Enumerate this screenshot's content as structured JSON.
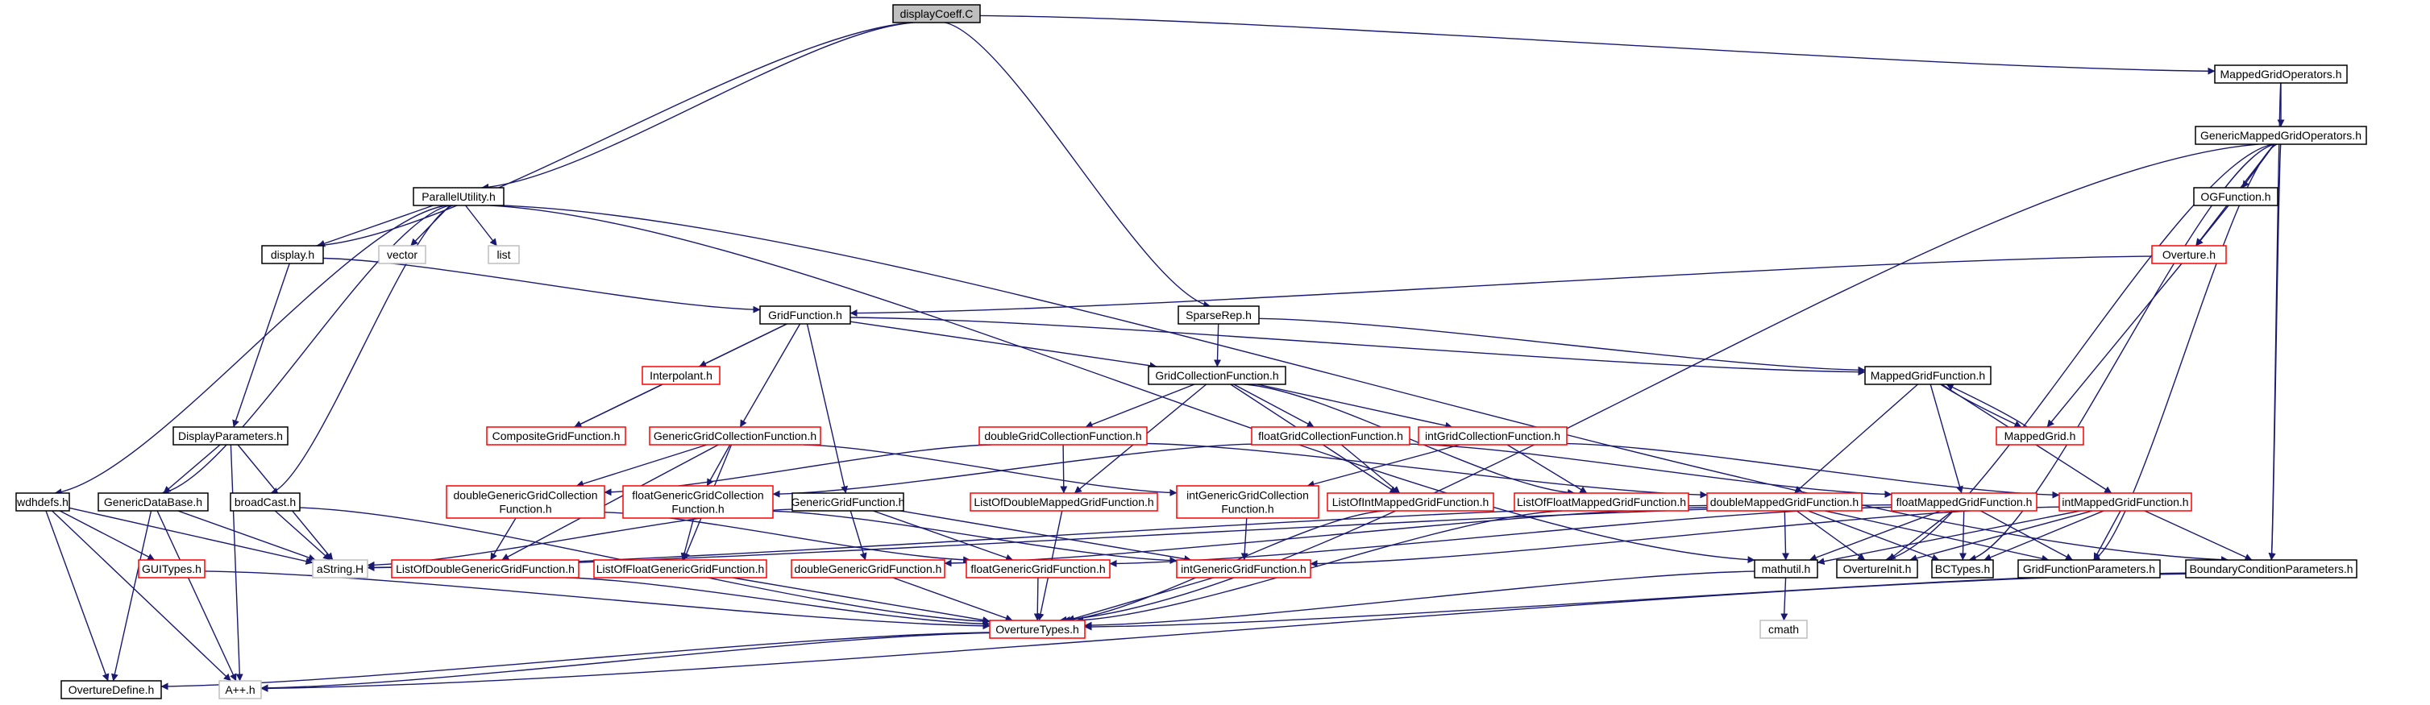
{
  "graph": {
    "colors": {
      "edge": "#191970",
      "border_black": "#000000",
      "border_red": "#ff0000",
      "border_gray": "#bfbfbf",
      "root_fill": "#bfbfbf",
      "node_fill": "#ffffff",
      "text": "#000000"
    },
    "nodes": [
      {
        "id": "root",
        "lines": [
          "displayCoeff.C"
        ],
        "style": "root"
      },
      {
        "id": "mgo",
        "lines": [
          "MappedGridOperators.h"
        ],
        "style": "black"
      },
      {
        "id": "gmgo",
        "lines": [
          "GenericMappedGridOperators.h"
        ],
        "style": "black"
      },
      {
        "id": "pu",
        "lines": [
          "ParallelUtility.h"
        ],
        "style": "black"
      },
      {
        "id": "ogf",
        "lines": [
          "OGFunction.h"
        ],
        "style": "black"
      },
      {
        "id": "display",
        "lines": [
          "display.h"
        ],
        "style": "black"
      },
      {
        "id": "vector",
        "lines": [
          "vector"
        ],
        "style": "gray"
      },
      {
        "id": "list",
        "lines": [
          "list"
        ],
        "style": "gray"
      },
      {
        "id": "overture",
        "lines": [
          "Overture.h"
        ],
        "style": "red"
      },
      {
        "id": "gf",
        "lines": [
          "GridFunction.h"
        ],
        "style": "black"
      },
      {
        "id": "sparse",
        "lines": [
          "SparseRep.h"
        ],
        "style": "black"
      },
      {
        "id": "interp",
        "lines": [
          "Interpolant.h"
        ],
        "style": "red"
      },
      {
        "id": "gcf",
        "lines": [
          "GridCollectionFunction.h"
        ],
        "style": "black"
      },
      {
        "id": "mgf",
        "lines": [
          "MappedGridFunction.h"
        ],
        "style": "black"
      },
      {
        "id": "dispparams",
        "lines": [
          "DisplayParameters.h"
        ],
        "style": "black"
      },
      {
        "id": "compgf",
        "lines": [
          "CompositeGridFunction.h"
        ],
        "style": "red"
      },
      {
        "id": "ggcf",
        "lines": [
          "GenericGridCollectionFunction.h"
        ],
        "style": "red"
      },
      {
        "id": "dgcf",
        "lines": [
          "doubleGridCollectionFunction.h"
        ],
        "style": "red"
      },
      {
        "id": "fgcf",
        "lines": [
          "floatGridCollectionFunction.h"
        ],
        "style": "red"
      },
      {
        "id": "igcf",
        "lines": [
          "intGridCollectionFunction.h"
        ],
        "style": "red"
      },
      {
        "id": "mgrid",
        "lines": [
          "MappedGrid.h"
        ],
        "style": "red"
      },
      {
        "id": "wdh",
        "lines": [
          "wdhdefs.h"
        ],
        "style": "black"
      },
      {
        "id": "gdb",
        "lines": [
          "GenericDataBase.h"
        ],
        "style": "black"
      },
      {
        "id": "bcast",
        "lines": [
          "broadCast.h"
        ],
        "style": "black"
      },
      {
        "id": "dggcf",
        "lines": [
          "doubleGenericGridCollection",
          "Function.h"
        ],
        "style": "red"
      },
      {
        "id": "fggcf",
        "lines": [
          "floatGenericGridCollection",
          "Function.h"
        ],
        "style": "red"
      },
      {
        "id": "ggfn",
        "lines": [
          "GenericGridFunction.h"
        ],
        "style": "black"
      },
      {
        "id": "lodmgf",
        "lines": [
          "ListOfDoubleMappedGridFunction.h"
        ],
        "style": "red"
      },
      {
        "id": "iggcf",
        "lines": [
          "intGenericGridCollection",
          "Function.h"
        ],
        "style": "red"
      },
      {
        "id": "loimgf",
        "lines": [
          "ListOfIntMappedGridFunction.h"
        ],
        "style": "red"
      },
      {
        "id": "lofmgf",
        "lines": [
          "ListOfFloatMappedGridFunction.h"
        ],
        "style": "red"
      },
      {
        "id": "dmgf",
        "lines": [
          "doubleMappedGridFunction.h"
        ],
        "style": "red"
      },
      {
        "id": "fmgf",
        "lines": [
          "floatMappedGridFunction.h"
        ],
        "style": "red"
      },
      {
        "id": "imgf",
        "lines": [
          "intMappedGridFunction.h"
        ],
        "style": "red"
      },
      {
        "id": "gui",
        "lines": [
          "GUITypes.h"
        ],
        "style": "red"
      },
      {
        "id": "astring",
        "lines": [
          "aString.H"
        ],
        "style": "gray"
      },
      {
        "id": "lodggf",
        "lines": [
          "ListOfDoubleGenericGridFunction.h"
        ],
        "style": "red"
      },
      {
        "id": "lofggf",
        "lines": [
          "ListOfFloatGenericGridFunction.h"
        ],
        "style": "red"
      },
      {
        "id": "dggf",
        "lines": [
          "doubleGenericGridFunction.h"
        ],
        "style": "red"
      },
      {
        "id": "fggf",
        "lines": [
          "floatGenericGridFunction.h"
        ],
        "style": "red"
      },
      {
        "id": "iggf",
        "lines": [
          "intGenericGridFunction.h"
        ],
        "style": "red"
      },
      {
        "id": "mathutil",
        "lines": [
          "mathutil.h"
        ],
        "style": "black"
      },
      {
        "id": "ovinit",
        "lines": [
          "OvertureInit.h"
        ],
        "style": "black"
      },
      {
        "id": "bctypes",
        "lines": [
          "BCTypes.h"
        ],
        "style": "black"
      },
      {
        "id": "gfparams",
        "lines": [
          "GridFunctionParameters.h"
        ],
        "style": "black"
      },
      {
        "id": "bcparams",
        "lines": [
          "BoundaryConditionParameters.h"
        ],
        "style": "black"
      },
      {
        "id": "ovtypes",
        "lines": [
          "OvertureTypes.h"
        ],
        "style": "red"
      },
      {
        "id": "cmath",
        "lines": [
          "cmath"
        ],
        "style": "gray"
      },
      {
        "id": "ovdefine",
        "lines": [
          "OvertureDefine.h"
        ],
        "style": "black"
      },
      {
        "id": "app",
        "lines": [
          "A++.h"
        ],
        "style": "gray"
      }
    ],
    "edges": [
      [
        "root",
        "mgo"
      ],
      [
        "root",
        "pu"
      ],
      [
        "root",
        "display"
      ],
      [
        "root",
        "sparse"
      ],
      [
        "mgo",
        "gmgo"
      ],
      [
        "mgo",
        "bcparams"
      ],
      [
        "gmgo",
        "ogf"
      ],
      [
        "gmgo",
        "overture"
      ],
      [
        "gmgo",
        "bcparams"
      ],
      [
        "gmgo",
        "gfparams"
      ],
      [
        "gmgo",
        "bctypes"
      ],
      [
        "gmgo",
        "ovinit"
      ],
      [
        "gmgo",
        "ovtypes"
      ],
      [
        "ogf",
        "overture"
      ],
      [
        "overture",
        "gf"
      ],
      [
        "overture",
        "mgrid"
      ],
      [
        "pu",
        "display"
      ],
      [
        "pu",
        "vector"
      ],
      [
        "pu",
        "list"
      ],
      [
        "pu",
        "wdh"
      ],
      [
        "pu",
        "gdb"
      ],
      [
        "pu",
        "bcast"
      ],
      [
        "pu",
        "mathutil"
      ],
      [
        "pu",
        "bcparams"
      ],
      [
        "display",
        "gf"
      ],
      [
        "display",
        "dispparams"
      ],
      [
        "sparse",
        "gcf"
      ],
      [
        "sparse",
        "mgf"
      ],
      [
        "gf",
        "interp"
      ],
      [
        "gf",
        "compgf"
      ],
      [
        "gf",
        "ggcf"
      ],
      [
        "gf",
        "ggfn"
      ],
      [
        "gf",
        "gcf"
      ],
      [
        "gf",
        "mgf"
      ],
      [
        "interp",
        "compgf"
      ],
      [
        "gcf",
        "dgcf"
      ],
      [
        "gcf",
        "fgcf"
      ],
      [
        "gcf",
        "igcf"
      ],
      [
        "gcf",
        "lodmgf"
      ],
      [
        "gcf",
        "loimgf"
      ],
      [
        "gcf",
        "lofmgf"
      ],
      [
        "mgf",
        "mgrid"
      ],
      [
        "mgf",
        "dmgf"
      ],
      [
        "mgf",
        "fmgf"
      ],
      [
        "mgf",
        "imgf"
      ],
      [
        "mgrid",
        "mgf"
      ],
      [
        "dispparams",
        "gdb"
      ],
      [
        "dispparams",
        "astring"
      ],
      [
        "dispparams",
        "app"
      ],
      [
        "ggcf",
        "dggcf"
      ],
      [
        "ggcf",
        "fggcf"
      ],
      [
        "ggcf",
        "iggcf"
      ],
      [
        "ggcf",
        "lodggf"
      ],
      [
        "ggcf",
        "lofggf"
      ],
      [
        "dgcf",
        "lodmgf"
      ],
      [
        "dgcf",
        "dggcf"
      ],
      [
        "dgcf",
        "dmgf"
      ],
      [
        "fgcf",
        "fggcf"
      ],
      [
        "fgcf",
        "loimgf"
      ],
      [
        "fgcf",
        "fmgf"
      ],
      [
        "igcf",
        "iggcf"
      ],
      [
        "igcf",
        "lofmgf"
      ],
      [
        "igcf",
        "imgf"
      ],
      [
        "wdh",
        "gui"
      ],
      [
        "wdh",
        "astring"
      ],
      [
        "wdh",
        "ovdefine"
      ],
      [
        "wdh",
        "app"
      ],
      [
        "gdb",
        "astring"
      ],
      [
        "gdb",
        "ovdefine"
      ],
      [
        "gdb",
        "app"
      ],
      [
        "bcast",
        "astring"
      ],
      [
        "bcast",
        "ovtypes"
      ],
      [
        "dggcf",
        "lodggf"
      ],
      [
        "dggcf",
        "fggf"
      ],
      [
        "fggcf",
        "lofggf"
      ],
      [
        "fggcf",
        "iggf"
      ],
      [
        "ggfn",
        "dggf"
      ],
      [
        "ggfn",
        "fggf"
      ],
      [
        "ggfn",
        "astring"
      ],
      [
        "ggfn",
        "iggf"
      ],
      [
        "lodmgf",
        "ovtypes"
      ],
      [
        "iggcf",
        "iggf"
      ],
      [
        "loimgf",
        "ovtypes"
      ],
      [
        "lofmgf",
        "ovtypes"
      ],
      [
        "dmgf",
        "dggf"
      ],
      [
        "dmgf",
        "astring"
      ],
      [
        "dmgf",
        "mathutil"
      ],
      [
        "dmgf",
        "ovinit"
      ],
      [
        "dmgf",
        "bctypes"
      ],
      [
        "dmgf",
        "gfparams"
      ],
      [
        "fmgf",
        "fggf"
      ],
      [
        "fmgf",
        "mathutil"
      ],
      [
        "fmgf",
        "ovinit"
      ],
      [
        "fmgf",
        "bctypes"
      ],
      [
        "fmgf",
        "gfparams"
      ],
      [
        "fmgf",
        "astring"
      ],
      [
        "imgf",
        "iggf"
      ],
      [
        "imgf",
        "mathutil"
      ],
      [
        "imgf",
        "ovinit"
      ],
      [
        "imgf",
        "bctypes"
      ],
      [
        "imgf",
        "gfparams"
      ],
      [
        "imgf",
        "bcparams"
      ],
      [
        "gui",
        "ovtypes"
      ],
      [
        "lodggf",
        "ovtypes"
      ],
      [
        "lofggf",
        "ovtypes"
      ],
      [
        "dggf",
        "ovtypes"
      ],
      [
        "fggf",
        "ovtypes"
      ],
      [
        "iggf",
        "ovtypes"
      ],
      [
        "mathutil",
        "ovtypes"
      ],
      [
        "mathutil",
        "cmath"
      ],
      [
        "bcparams",
        "ovtypes"
      ],
      [
        "bcparams",
        "app"
      ],
      [
        "ovtypes",
        "ovdefine"
      ],
      [
        "ovtypes",
        "app"
      ]
    ]
  }
}
